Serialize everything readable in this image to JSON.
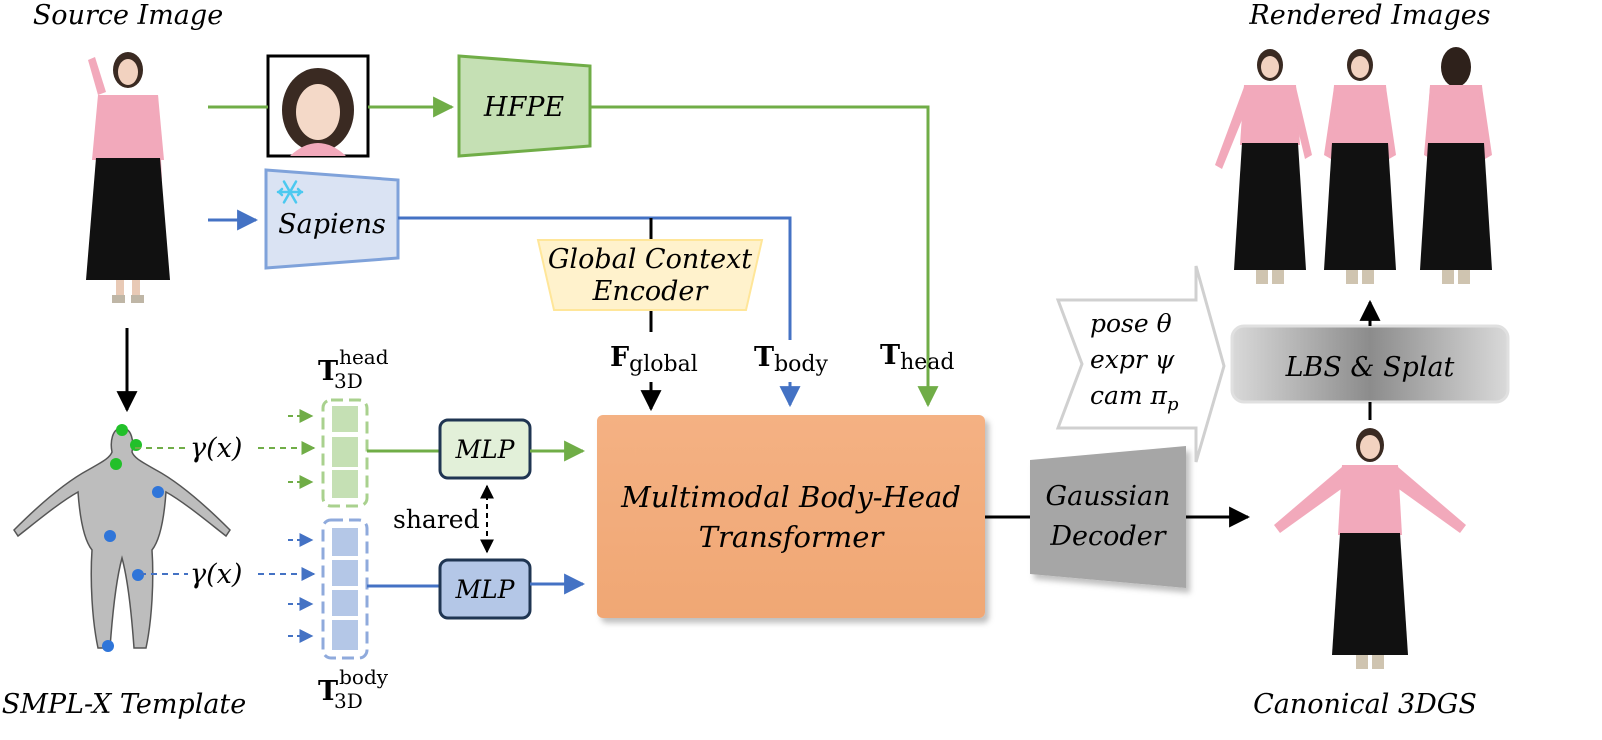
{
  "labels": {
    "source_image": "Source Image",
    "rendered_images": "Rendered Images",
    "smplx_template": "SMPL-X Template",
    "canonical_3dgs": "Canonical 3DGS",
    "shared": "shared",
    "gamma_x": "γ(x)"
  },
  "blocks": {
    "hfpe": "HFPE",
    "sapiens": "Sapiens",
    "gce_line1": "Global Context",
    "gce_line2": "Encoder",
    "mlp": "MLP",
    "transformer_line1": "Multimodal Body-Head",
    "transformer_line2": "Transformer",
    "decoder_line1": "Gaussian",
    "decoder_line2": "Decoder",
    "lbs_splat": "LBS & Splat"
  },
  "tokens": {
    "f_global": {
      "main": "F",
      "sub": "global"
    },
    "t_body": {
      "main": "T",
      "sub": "body"
    },
    "t_head": {
      "main": "T",
      "sub": "head"
    },
    "t3d_head": {
      "main": "T",
      "sup": "head",
      "sub": "3D"
    },
    "t3d_body": {
      "main": "T",
      "sup": "body",
      "sub": "3D"
    }
  },
  "params": {
    "pose": "pose θ",
    "expr": "expr ψ",
    "cam_main": "cam π",
    "cam_sub": "p"
  },
  "colors": {
    "green": "#70ad47",
    "blue": "#4472c4",
    "hfpe_fill": "#c5e0b4",
    "sapiens_fill": "#dae3f3",
    "gce_fill": "#fff2cc",
    "transformer_fill": "#f4b183",
    "decoder_fill": "#a6a6a6",
    "mlp_green_fill": "#e2f0d9",
    "mlp_blue_fill": "#b4c7e7",
    "mlp_border": "#1f3552",
    "snowflake": "#4cc9f0"
  },
  "icons": [
    "snowflake-icon",
    "person-figure",
    "face-crop",
    "body-mesh"
  ]
}
